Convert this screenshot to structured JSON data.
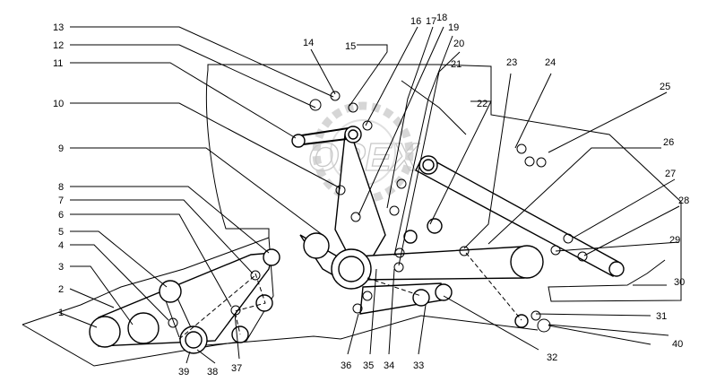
{
  "diagram": {
    "watermark": "OPEX",
    "callouts": [
      "1",
      "2",
      "3",
      "4",
      "5",
      "6",
      "7",
      "8",
      "9",
      "10",
      "11",
      "12",
      "13",
      "14",
      "15",
      "16",
      "17",
      "18",
      "19",
      "20",
      "21",
      "22",
      "23",
      "24",
      "25",
      "26",
      "27",
      "28",
      "29",
      "30",
      "31",
      "32",
      "33",
      "34",
      "35",
      "36",
      "37",
      "38",
      "39",
      "40"
    ]
  }
}
